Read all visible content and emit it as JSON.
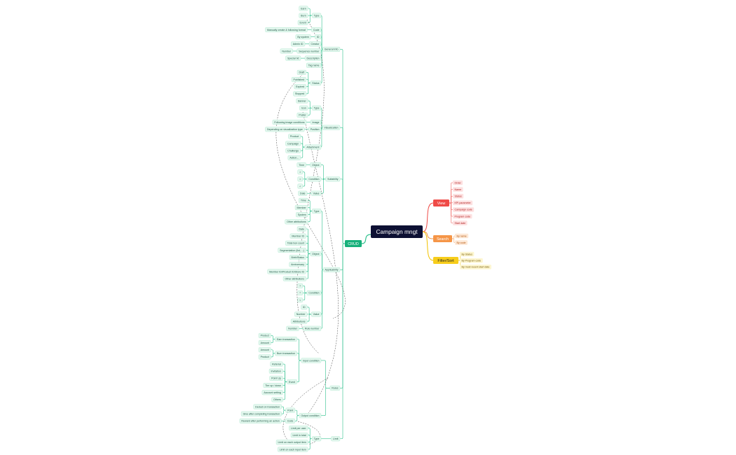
{
  "colors": {
    "root_bg": "#0d1033",
    "root_text": "#ffffff",
    "crud_pill": "#16b07a",
    "crud_line": "#2ec08c",
    "crud_leaf_bg": "#e3f7ee",
    "crud_leaf_border": "#a9e6cc",
    "crud_leaf_text": "#1f5a46",
    "view_pill": "#ef4b47",
    "view_line": "#ef4b47",
    "view_leaf_bg": "#fde1e1",
    "view_leaf_text": "#b22222",
    "search_pill": "#f59547",
    "search_line": "#f59547",
    "search_leaf_bg": "#fde8d6",
    "search_leaf_text": "#b45309",
    "filter_pill": "#f7cd1b",
    "filter_line": "#f2c200",
    "filter_leaf_bg": "#fdf6d1",
    "filter_leaf_text": "#7a5d00",
    "dashed": "#444444"
  },
  "mindmap": {
    "root": "Campaign mngt",
    "branches": [
      {
        "label": "CRUD",
        "side": "left",
        "children": [
          {
            "label": "General Info",
            "children": [
              {
                "label": "Type",
                "children": [
                  {
                    "label": "Earn"
                  },
                  {
                    "label": "Burn"
                  },
                  {
                    "label": "Event"
                  }
                ]
              },
              {
                "label": "Code",
                "children": [
                  {
                    "label": "Manually create & following format"
                  }
                ]
              },
              {
                "label": "ID",
                "children": [
                  {
                    "label": "By system"
                  }
                ]
              },
              {
                "label": "Creator",
                "children": [
                  {
                    "label": "Admin ID"
                  }
                ]
              },
              {
                "label": "Sequence number",
                "children": [
                  {
                    "label": "Number"
                  }
                ]
              },
              {
                "label": "Description",
                "children": [
                  {
                    "label": "Special txt"
                  }
                ]
              },
              {
                "label": "Tag name"
              },
              {
                "label": "Status",
                "children": [
                  {
                    "label": "Draft"
                  },
                  {
                    "label": "Published"
                  },
                  {
                    "label": "Expired"
                  },
                  {
                    "label": "Stopped"
                  }
                ]
              }
            ]
          },
          {
            "label": "Visualization",
            "children": [
              {
                "label": "Type",
                "children": [
                  {
                    "label": "Banner"
                  },
                  {
                    "label": "Icon"
                  },
                  {
                    "label": "Poster"
                  }
                ]
              },
              {
                "label": "Image",
                "children": [
                  {
                    "label": "Following image conditions"
                  }
                ]
              },
              {
                "label": "Position",
                "children": [
                  {
                    "label": "Depending on visualization type"
                  }
                ]
              },
              {
                "label": "Attachment",
                "children": [
                  {
                    "label": "Product"
                  },
                  {
                    "label": "Campaign"
                  },
                  {
                    "label": "Challenge"
                  },
                  {
                    "label": "Action..."
                  }
                ]
              }
            ]
          },
          {
            "label": "Suitability",
            "children": [
              {
                "label": "Object",
                "children": [
                  {
                    "label": "Time"
                  }
                ]
              },
              {
                "label": "Condition",
                "children": [
                  {
                    "label": ">"
                  },
                  {
                    "label": "="
                  },
                  {
                    "label": "<"
                  }
                ]
              },
              {
                "label": "Value",
                "children": [
                  {
                    "label": "Date"
                  }
                ]
              }
            ]
          },
          {
            "label": "Applicability",
            "children": [
              {
                "label": "Type",
                "children": [
                  {
                    "label": "Time"
                  },
                  {
                    "label": "Member"
                  },
                  {
                    "label": "System"
                  },
                  {
                    "label": "Other attributions"
                  }
                ]
              },
              {
                "label": "Object",
                "children": [
                  {
                    "label": "Date"
                  },
                  {
                    "label": "Member ID"
                  },
                  {
                    "label": "Total bon count"
                  },
                  {
                    "label": "Segmentation (list, ...)"
                  },
                  {
                    "label": "Birth/Status"
                  },
                  {
                    "label": "Anniversary"
                  },
                  {
                    "label": "Member ID/Product ID/Store ID"
                  },
                  {
                    "label": "Other attributions"
                  }
                ]
              },
              {
                "label": "Condition",
                "children": [
                  {
                    "label": ">"
                  },
                  {
                    "label": "="
                  },
                  {
                    "label": "<"
                  }
                ]
              },
              {
                "label": "Value",
                "children": [
                  {
                    "label": "ID"
                  },
                  {
                    "label": "Number"
                  },
                  {
                    "label": "Attributions"
                  }
                ]
              },
              {
                "label": "Rule number",
                "children": [
                  {
                    "label": "Number"
                  }
                ]
              }
            ]
          },
          {
            "label": "Rules",
            "children": [
              {
                "label": "Input condition",
                "children": [
                  {
                    "label": "Earn transaction",
                    "children": [
                      {
                        "label": "Product"
                      },
                      {
                        "label": "Amount"
                      }
                    ]
                  },
                  {
                    "label": "Burn transaction",
                    "children": [
                      {
                        "label": "Amount"
                      },
                      {
                        "label": "Product"
                      }
                    ]
                  },
                  {
                    "label": "Event",
                    "children": [
                      {
                        "label": "Referral"
                      },
                      {
                        "label": "Invitation"
                      },
                      {
                        "label": "Point Up"
                      },
                      {
                        "label": "Tier up / down"
                      },
                      {
                        "label": "Account setting"
                      },
                      {
                        "label": "Others"
                      }
                    ]
                  }
                ]
              },
              {
                "label": "Output condition",
                "children": [
                  {
                    "label": "Point",
                    "children": [
                      {
                        "label": "Deduct on transaction"
                      },
                      {
                        "label": "Give after completing transaction"
                      }
                    ]
                  },
                  {
                    "label": "Code",
                    "children": [
                      {
                        "label": "Reward after performing an action"
                      }
                    ]
                  }
                ]
              }
            ]
          },
          {
            "label": "Limit",
            "children": [
              {
                "label": "Type",
                "children": [
                  {
                    "label": "Limit per user"
                  },
                  {
                    "label": "Limit in total"
                  },
                  {
                    "label": "Limit on each output item"
                  },
                  {
                    "label": "Limit on each input item"
                  }
                ]
              }
            ]
          }
        ]
      },
      {
        "label": "View",
        "side": "right",
        "children": [
          {
            "label": "Order"
          },
          {
            "label": "Name"
          },
          {
            "label": "Status"
          },
          {
            "label": "KPI parameter"
          },
          {
            "label": "Campaign code"
          },
          {
            "label": "Program code"
          },
          {
            "label": "Start date"
          }
        ]
      },
      {
        "label": "Search",
        "side": "right",
        "children": [
          {
            "label": "By name"
          },
          {
            "label": "By code"
          }
        ]
      },
      {
        "label": "Filter/Sort",
        "side": "right",
        "children": [
          {
            "label": "By Status"
          },
          {
            "label": "By Program code"
          },
          {
            "label": "By most recent start date"
          }
        ]
      }
    ]
  }
}
